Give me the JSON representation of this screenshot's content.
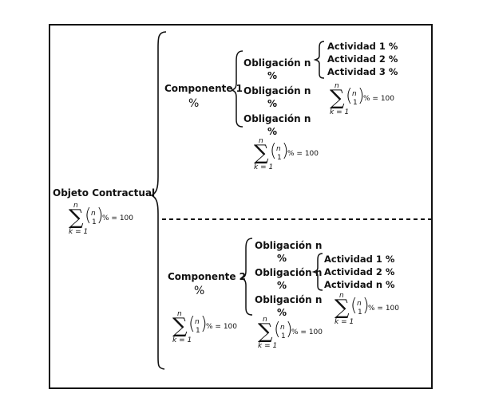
{
  "objeto": {
    "label": "Objeto Contractual",
    "formula": {
      "upper": "n",
      "top": "n",
      "bottom": "1",
      "lower": "k = 1",
      "eq": "% = 100"
    }
  },
  "componente1": {
    "label": "Componente 1",
    "pct": "%",
    "obligaciones": [
      {
        "label": "Obligación n",
        "pct": "%"
      },
      {
        "label": "Obligación n",
        "pct": "%"
      },
      {
        "label": "Obligación n",
        "pct": "%"
      }
    ],
    "actividades": [
      "Actividad 1 %",
      "Actividad 2 %",
      "Actividad 3 %"
    ],
    "formula_act": {
      "upper": "n",
      "top": "n",
      "bottom": "1",
      "lower": "k = 1",
      "eq": "% = 100"
    },
    "formula_obl": {
      "upper": "n",
      "top": "n",
      "bottom": "1",
      "lower": "k = 1",
      "eq": "% = 100"
    }
  },
  "componente2": {
    "label": "Componente 2",
    "pct": "%",
    "obligaciones": [
      {
        "label": "Obligación n",
        "pct": "%"
      },
      {
        "label": "Obligación n",
        "pct": "%"
      },
      {
        "label": "Obligación n",
        "pct": "%"
      }
    ],
    "actividades": [
      "Actividad 1 %",
      "Actividad 2 %",
      "Actividad n %"
    ],
    "formula_comp": {
      "upper": "n",
      "top": "n",
      "bottom": "1",
      "lower": "k = 1",
      "eq": "% = 100"
    },
    "formula_obl": {
      "upper": "n",
      "top": "n",
      "bottom": "1",
      "lower": "k = 1",
      "eq": "% = 100"
    },
    "formula_act": {
      "upper": "n",
      "top": "n",
      "bottom": "1",
      "lower": "k = 1",
      "eq": "% = 100"
    }
  }
}
